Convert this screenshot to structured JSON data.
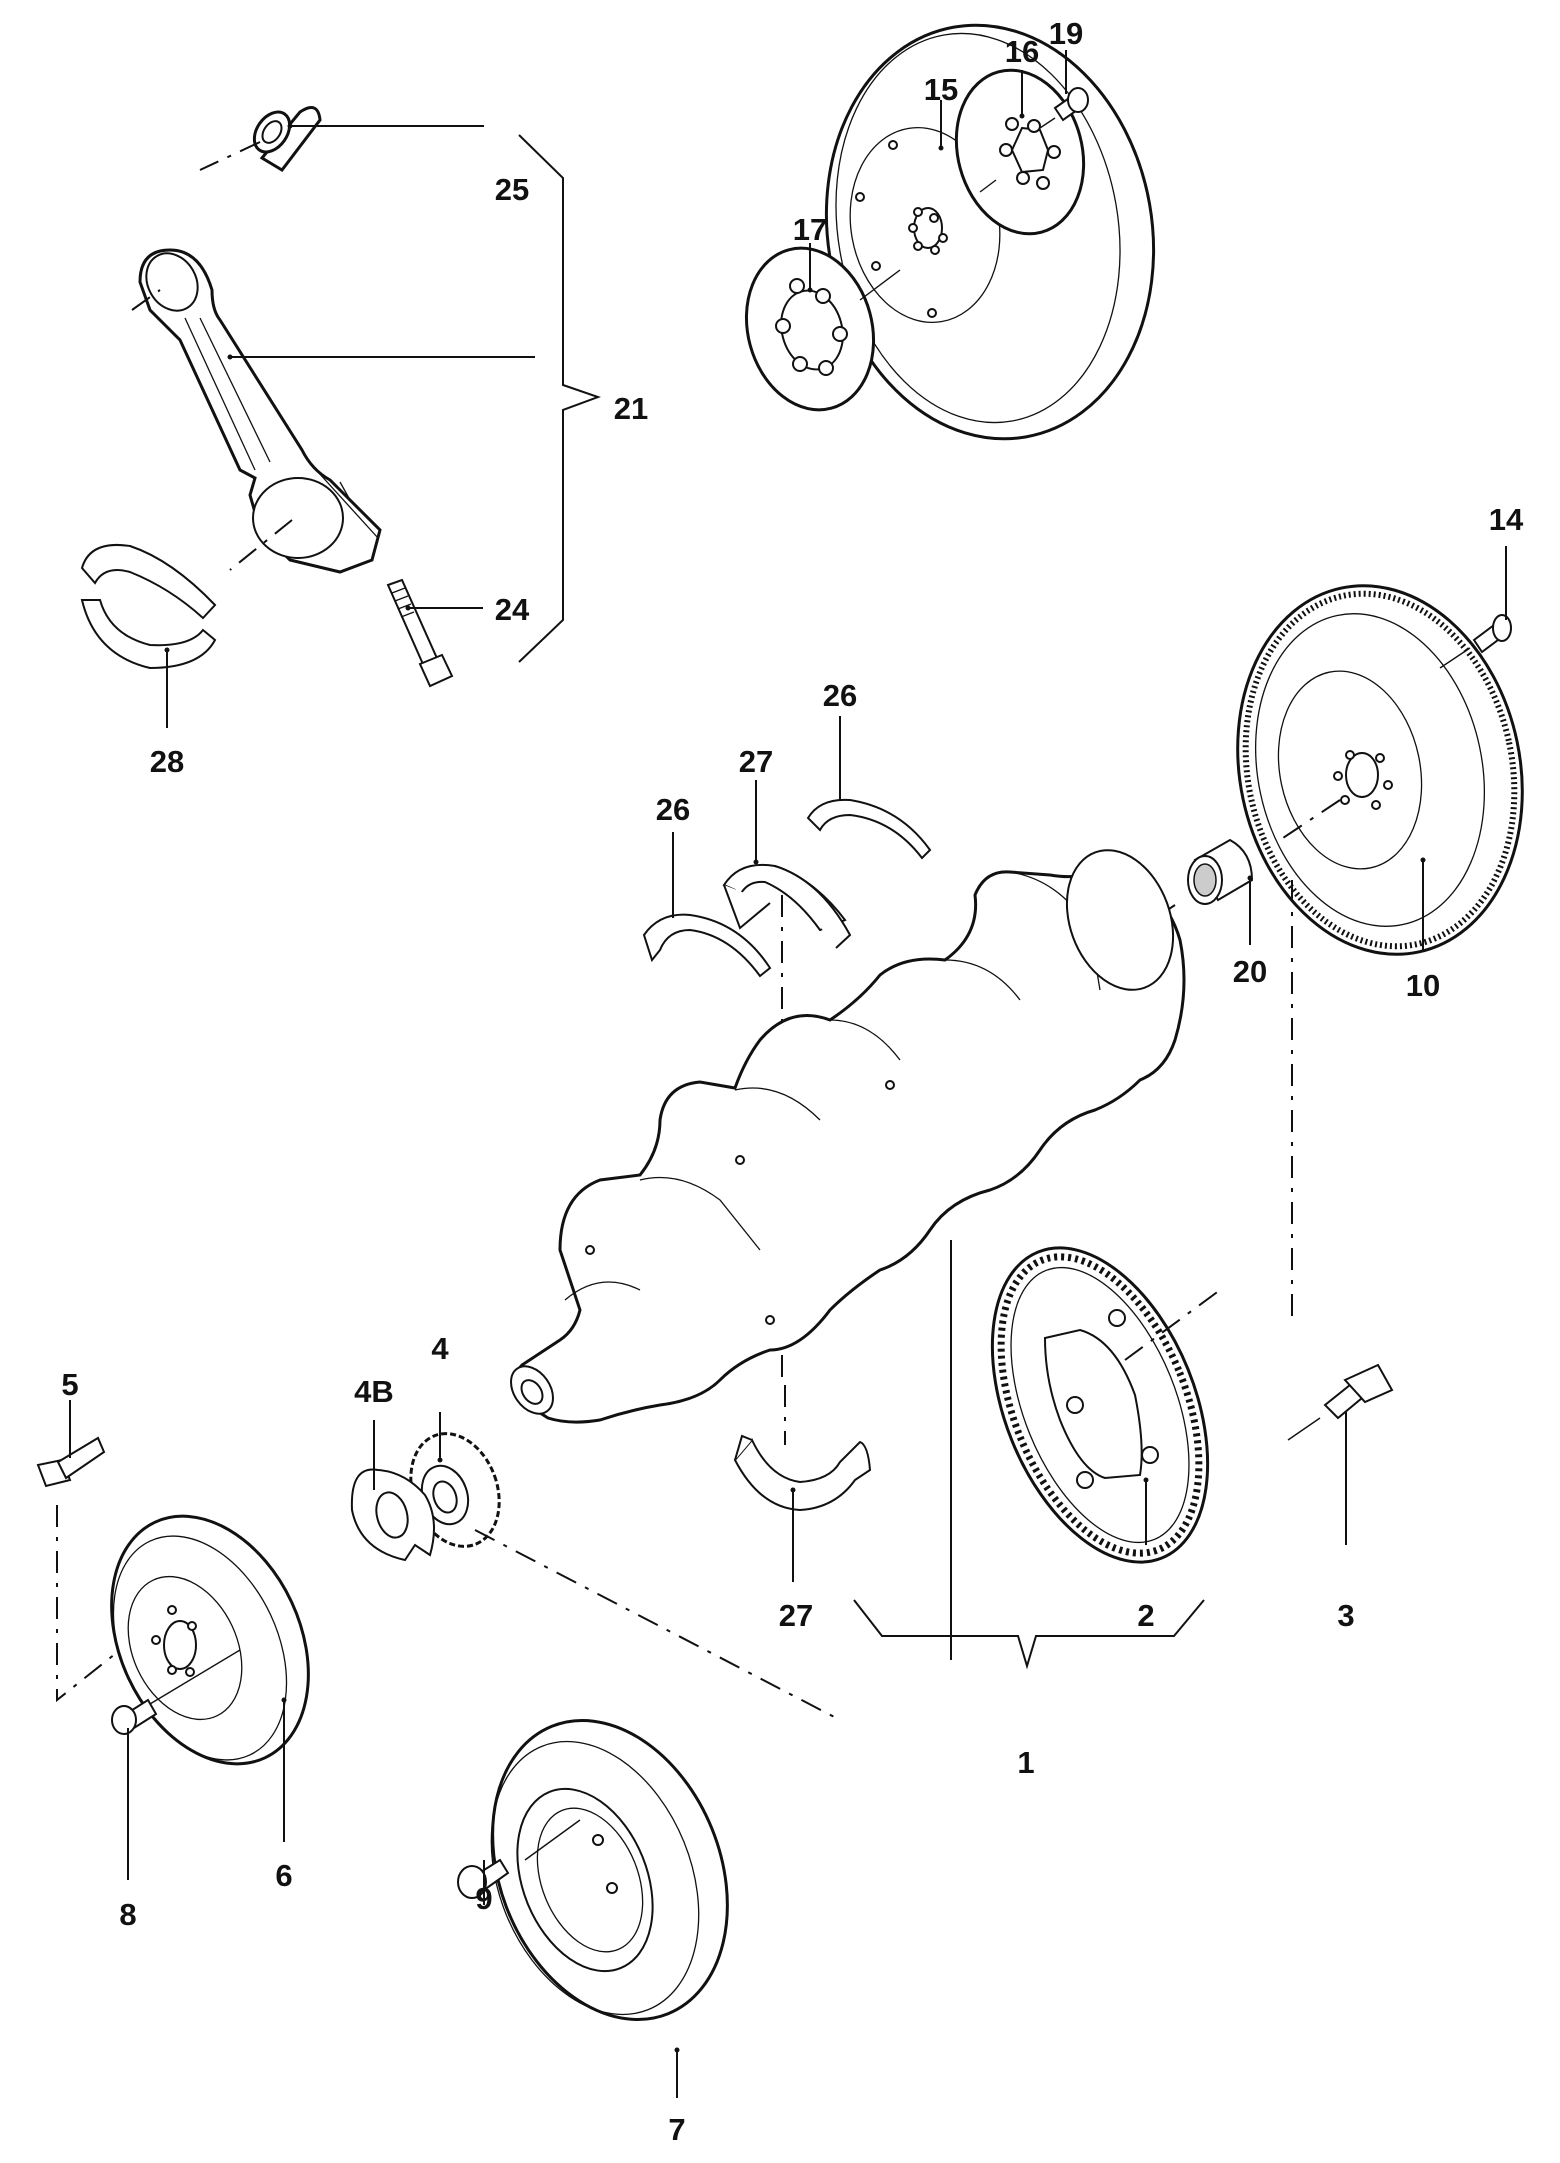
{
  "diagram": {
    "title": "Crankshaft, flywheel and connecting rod exploded parts diagram",
    "callouts": {
      "c1": "1",
      "c2": "2",
      "c3": "3",
      "c4": "4",
      "c4b": "4B",
      "c5": "5",
      "c6": "6",
      "c7": "7",
      "c8": "8",
      "c9": "9",
      "c10": "10",
      "c14": "14",
      "c15": "15",
      "c16": "16",
      "c17": "17",
      "c19": "19",
      "c20": "20",
      "c21": "21",
      "c24": "24",
      "c25": "25",
      "c26a": "26",
      "c26b": "26",
      "c27a": "27",
      "c27b": "27",
      "c28": "28"
    },
    "parts": [
      {
        "ref": "1",
        "name": "crankshaft-assembly"
      },
      {
        "ref": "2",
        "name": "sensor-reluctor-ring"
      },
      {
        "ref": "3",
        "name": "countersunk-screw"
      },
      {
        "ref": "4",
        "name": "crankshaft-sprocket"
      },
      {
        "ref": "4B",
        "name": "thrust-washer"
      },
      {
        "ref": "5",
        "name": "hex-bolt"
      },
      {
        "ref": "6",
        "name": "pulley"
      },
      {
        "ref": "7",
        "name": "vibration-damper-pulley"
      },
      {
        "ref": "8",
        "name": "pulley-bolt"
      },
      {
        "ref": "9",
        "name": "damper-bolt"
      },
      {
        "ref": "10",
        "name": "flywheel-with-ring-gear"
      },
      {
        "ref": "14",
        "name": "flywheel-bolt"
      },
      {
        "ref": "15",
        "name": "flexplate"
      },
      {
        "ref": "16",
        "name": "reinforcement-plate"
      },
      {
        "ref": "17",
        "name": "spacer-plate"
      },
      {
        "ref": "19",
        "name": "flexplate-bolt"
      },
      {
        "ref": "20",
        "name": "pilot-bearing"
      },
      {
        "ref": "21",
        "name": "connecting-rod-assembly"
      },
      {
        "ref": "24",
        "name": "connecting-rod-bolt"
      },
      {
        "ref": "25",
        "name": "small-end-bushing"
      },
      {
        "ref": "26",
        "name": "thrust-half-washer"
      },
      {
        "ref": "27",
        "name": "main-bearing-shell"
      },
      {
        "ref": "28",
        "name": "connecting-rod-bearing-shell"
      }
    ]
  }
}
